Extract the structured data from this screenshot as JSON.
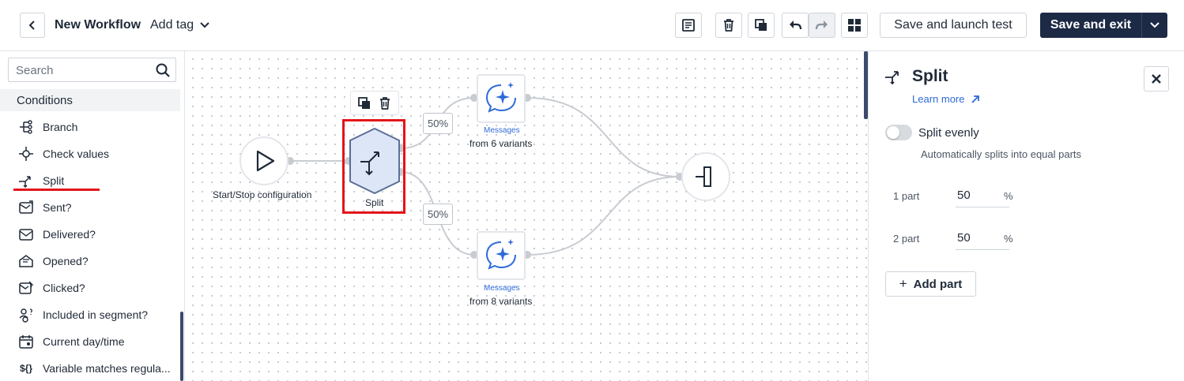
{
  "header": {
    "title": "New Workflow",
    "add_tag": "Add tag",
    "launch_label": "Save and launch test",
    "exit_label": "Save and exit"
  },
  "left_panel": {
    "search_placeholder": "Search",
    "section": "Conditions",
    "items": [
      {
        "label": "Branch",
        "icon": "branch-icon"
      },
      {
        "label": "Check values",
        "icon": "check-values-icon"
      },
      {
        "label": "Split",
        "icon": "split-icon"
      },
      {
        "label": "Sent?",
        "icon": "sent-icon"
      },
      {
        "label": "Delivered?",
        "icon": "delivered-icon"
      },
      {
        "label": "Opened?",
        "icon": "opened-icon"
      },
      {
        "label": "Clicked?",
        "icon": "clicked-icon"
      },
      {
        "label": "Included in segment?",
        "icon": "segment-icon"
      },
      {
        "label": "Current day/time",
        "icon": "calendar-icon"
      },
      {
        "label": "Variable matches regula...",
        "icon": "variable-icon"
      }
    ]
  },
  "canvas": {
    "start_label": "Start/Stop configuration",
    "split_label": "Split",
    "pct_top": "50%",
    "pct_bottom": "50%",
    "msg_top_kind": "Messages",
    "msg_top_variants": "from 6 variants",
    "msg_bottom_kind": "Messages",
    "msg_bottom_variants": "from 8 variants"
  },
  "right_panel": {
    "title": "Split",
    "learn_more": "Learn more",
    "toggle_label": "Split evenly",
    "toggle_on": false,
    "toggle_desc": "Automatically splits into equal parts",
    "parts": [
      {
        "label": "1 part",
        "value": "50",
        "unit": "%"
      },
      {
        "label": "2 part",
        "value": "50",
        "unit": "%"
      }
    ],
    "add_part": "Add part"
  },
  "colors": {
    "primary": "#1d2a45",
    "link": "#2f6bd8",
    "highlight": "#e3151a",
    "split_fill": "#dde6f7"
  }
}
